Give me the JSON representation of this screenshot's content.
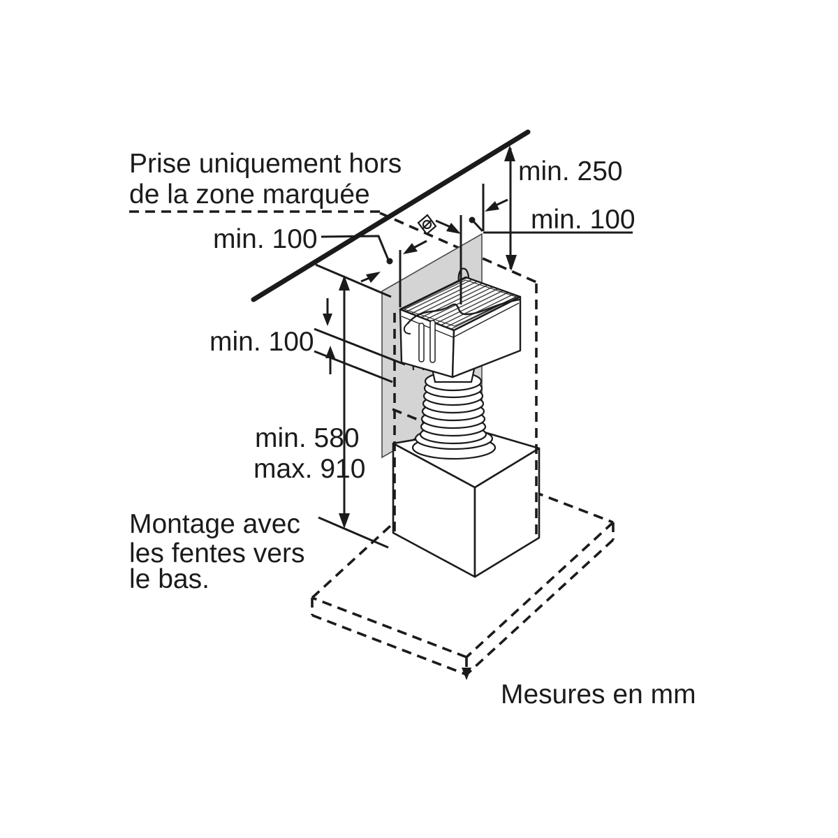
{
  "diagram": {
    "title_note": {
      "line1": "Prise uniquement hors",
      "line2": "de la zone marquée"
    },
    "dimensions": {
      "ceiling_clearance": "min. 250",
      "side_clearance_right": "min. 100",
      "side_clearance_left": "min. 100",
      "ceiling_gap_left": "min. 100",
      "hob_distance_min": "min. 580",
      "hob_distance_max": "max. 910"
    },
    "mounting_note": {
      "line1": "Montage avec",
      "line2": "les fentes vers",
      "line3": "le bas."
    },
    "units_note": "Mesures en mm",
    "icons": {
      "socket": "power-outlet-icon"
    },
    "colors": {
      "line": "#1b1b1b",
      "wall_panel_fill": "#d4d4d4",
      "background": "#ffffff"
    }
  }
}
